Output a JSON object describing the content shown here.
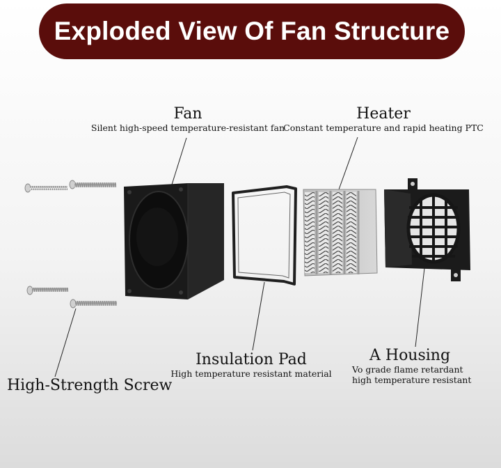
{
  "title": "Exploded View Of Fan Structure",
  "colors": {
    "banner": "#5a0d0b",
    "banner_text": "#ffffff",
    "part": "#1a1a1a",
    "heater": "#c9c9c9"
  },
  "parts": {
    "fan": {
      "name": "Fan",
      "desc": "Silent high-speed temperature-resistant fan"
    },
    "heater": {
      "name": "Heater",
      "desc": "Constant temperature and rapid heating PTC"
    },
    "insulation_pad": {
      "name": "Insulation Pad",
      "desc": "High temperature resistant material"
    },
    "housing": {
      "name": "A Housing",
      "desc_line1": "Vo grade flame retardant",
      "desc_line2": "high temperature resistant"
    },
    "screw": {
      "name": "High-Strength Screw"
    }
  }
}
